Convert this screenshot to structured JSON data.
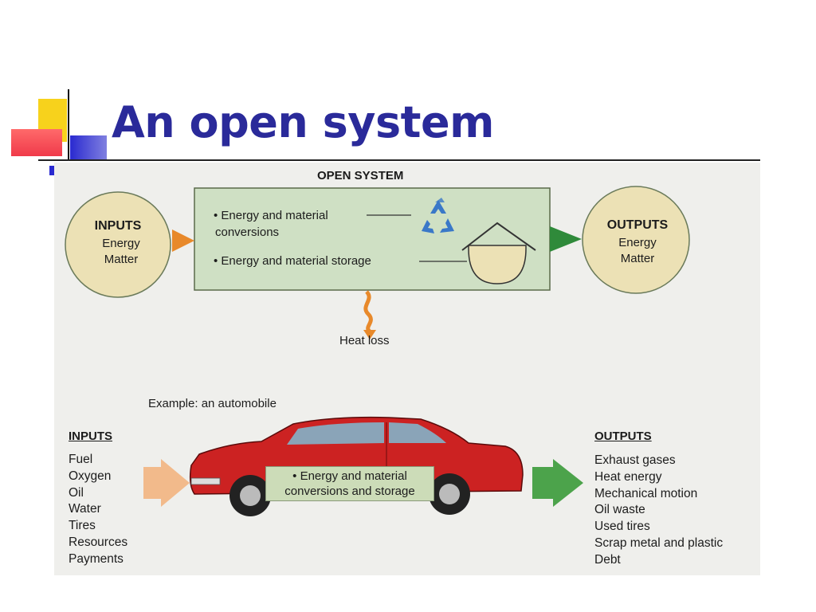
{
  "slide": {
    "title": "An open system"
  },
  "diagram": {
    "system_title": "OPEN SYSTEM",
    "inputs": {
      "title": "INPUTS",
      "lines": [
        "Energy",
        "Matter"
      ]
    },
    "outputs": {
      "title": "OUTPUTS",
      "lines": [
        "Energy",
        "Matter"
      ]
    },
    "system_items": [
      [
        "• Energy and material",
        "conversions"
      ],
      [
        "• Energy and material storage"
      ]
    ],
    "heat_loss": "Heat loss"
  },
  "example": {
    "caption": "Example: an automobile",
    "inputs_heading": "INPUTS",
    "inputs": [
      "Fuel",
      "Oxygen",
      "Oil",
      "Water",
      "Tires",
      "Resources",
      "Payments"
    ],
    "outputs_heading": "OUTPUTS",
    "outputs": [
      "Exhaust gases",
      "Heat energy",
      "Mechanical motion",
      "Oil waste",
      "Used tires",
      "Scrap metal and plastic",
      "Debt"
    ],
    "car_label": [
      "• Energy and material",
      "conversions and storage"
    ]
  },
  "icons": [
    "recycle-icon",
    "storage-house-icon",
    "heat-arrow-icon",
    "input-arrow-icon",
    "output-arrow-icon",
    "automobile-icon"
  ],
  "colors": {
    "title": "#2a2a9a",
    "system_box": "#cfe0c4",
    "circle_fill": "#ece1b5",
    "input_arrow": "#e8892a",
    "output_arrow": "#2f8a3a",
    "car_body": "#cc2222",
    "recycle": "#3a78c8"
  }
}
